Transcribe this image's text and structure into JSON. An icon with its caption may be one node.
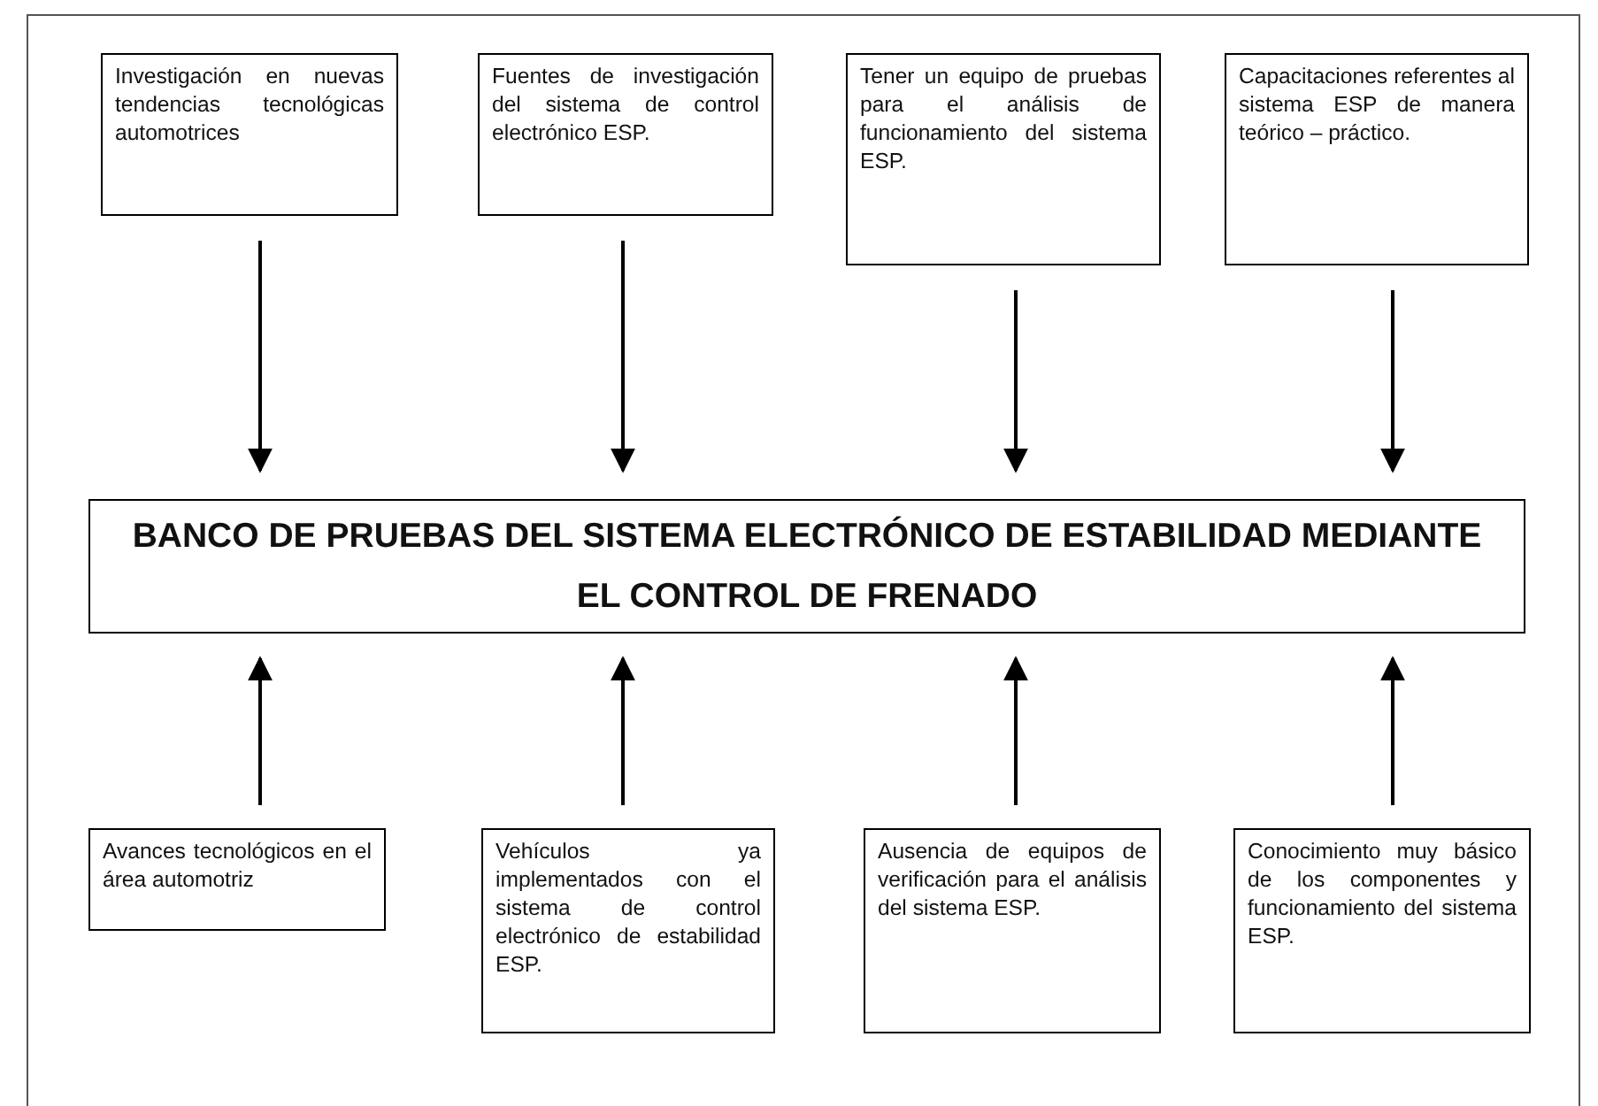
{
  "diagram": {
    "nodes": [
      {
        "text": [
          "Investigación en nuevas tendencias tecnológicas automotrices"
        ]
      },
      {
        "text": [
          "Fuentes de investigación del sistema de control electrónico ESP."
        ]
      },
      {
        "text": [
          "Tener un equipo de pruebas para el análisis de funcionamiento del sistema ESP."
        ]
      },
      {
        "text": [
          "Capacitaciones referentes al sistema ESP de manera teórico – práctico."
        ]
      },
      {
        "text": [
          "BANCO DE PRUEBAS DEL SISTEMA ELECTRÓNICO DE ESTABILIDAD MEDIANTE EL CONTROL DE FRENADO"
        ]
      },
      {
        "text": [
          "Avances tecnológicos en el área automotriz"
        ]
      },
      {
        "text": [
          "Vehículos ya implementados con el sistema de control electrónico de estabilidad ESP."
        ]
      },
      {
        "text": [
          "Ausencia de equipos de verificación para el análisis del sistema ESP."
        ]
      },
      {
        "text": [
          "Conocimiento muy básico de los componentes y funcionamiento del sistema ESP."
        ]
      }
    ],
    "edges": [
      {
        "from": 0,
        "to": 4,
        "arrow": "to"
      },
      {
        "from": 1,
        "to": 4,
        "arrow": "to"
      },
      {
        "from": 2,
        "to": 4,
        "arrow": "to"
      },
      {
        "from": 3,
        "to": 4,
        "arrow": "to"
      },
      {
        "from": 5,
        "to": 4,
        "arrow": "to"
      },
      {
        "from": 6,
        "to": 4,
        "arrow": "to"
      },
      {
        "from": 7,
        "to": 4,
        "arrow": "to"
      },
      {
        "from": 8,
        "to": 4,
        "arrow": "to"
      }
    ]
  }
}
